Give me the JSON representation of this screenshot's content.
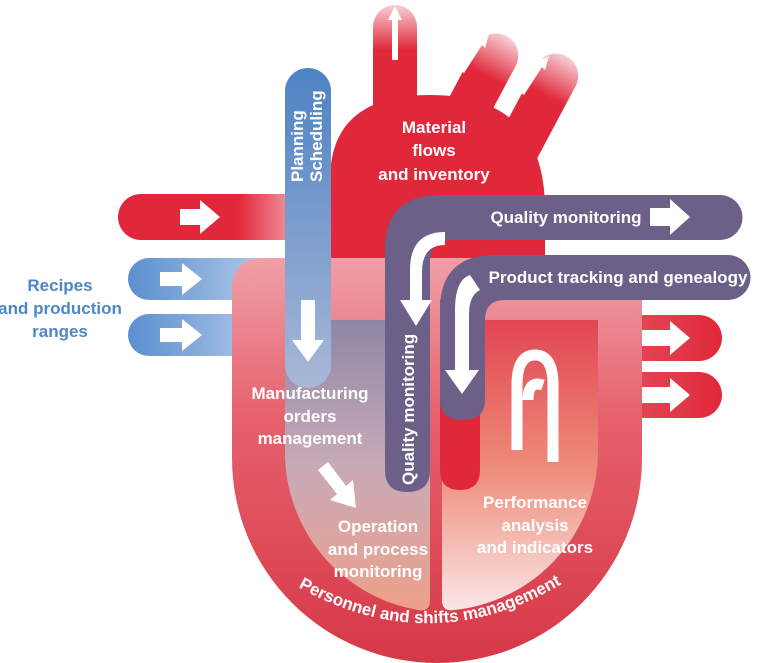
{
  "labels": {
    "material": [
      "Material",
      "flows",
      "and inventory"
    ],
    "planning": [
      "Planning",
      "Scheduling"
    ],
    "recipes": [
      "Recipes",
      "and production",
      "ranges"
    ],
    "quality_top": "Quality monitoring",
    "product_tracking": "Product tracking and genealogy",
    "manufacturing": [
      "Manufacturing",
      "orders",
      "management"
    ],
    "quality_vertical": "Quality monitoring",
    "operation": [
      "Operation",
      "and process",
      "monitoring"
    ],
    "performance": [
      "Performance",
      "analysis",
      "and indicators"
    ],
    "personnel": "Personnel and shifts management"
  },
  "colors": {
    "red": "#e0283a",
    "blue": "#5b8fd0",
    "purple": "#6c6088",
    "pink": "#e8717c"
  }
}
